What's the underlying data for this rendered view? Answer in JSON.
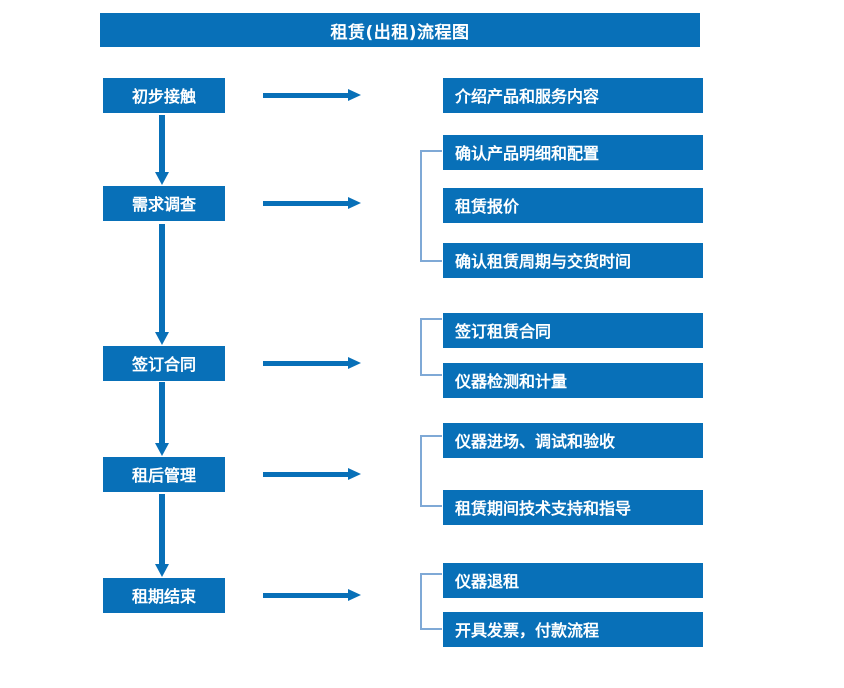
{
  "diagram": {
    "title": "租赁(出租)流程图",
    "colors": {
      "box_fill": "#0870B8",
      "box_text": "#FFFFFF",
      "arrow": "#0870B8",
      "bracket": "#7FA9D6",
      "background": "#FFFFFF"
    },
    "stages": [
      {
        "label": "初步接触"
      },
      {
        "label": "需求调查"
      },
      {
        "label": "签订合同"
      },
      {
        "label": "租后管理"
      },
      {
        "label": "租期结束"
      }
    ],
    "details": [
      {
        "label": "介绍产品和服务内容"
      },
      {
        "label": "确认产品明细和配置"
      },
      {
        "label": "租赁报价"
      },
      {
        "label": "确认租赁周期与交货时间"
      },
      {
        "label": "签订租赁合同"
      },
      {
        "label": "仪器检测和计量"
      },
      {
        "label": "仪器进场、调试和验收"
      },
      {
        "label": "租赁期间技术支持和指导"
      },
      {
        "label": "仪器退租"
      },
      {
        "label": "开具发票，付款流程"
      }
    ],
    "flow_connectors": {
      "horizontal_arrow_count": 5,
      "vertical_arrow_count": 4,
      "bracket_count": 4
    }
  }
}
